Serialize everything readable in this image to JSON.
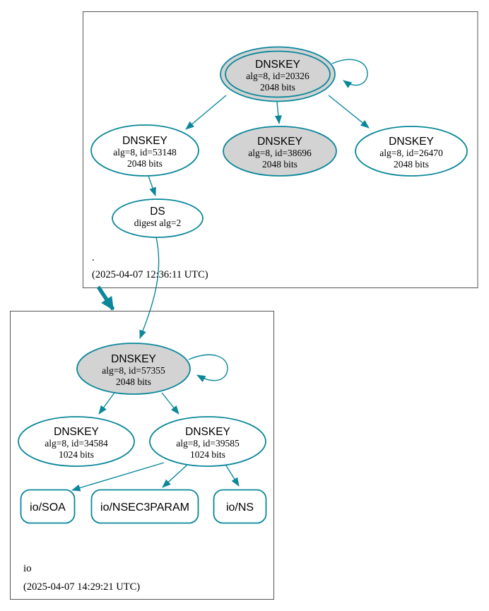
{
  "colors": {
    "edge_secure": "#0a879a",
    "node_fill_ksk": "#d3d3d3",
    "node_fill_plain": "#ffffff",
    "zone_box_border": "#555555",
    "text": "#000000"
  },
  "zones": [
    {
      "name": ".",
      "timestamp": "(2025-04-07 12:36:11 UTC)",
      "nodes": [
        {
          "id": "dnskey-20326",
          "title": "DNSKEY",
          "detail1": "alg=8, id=20326",
          "detail2": "2048 bits"
        },
        {
          "id": "dnskey-53148",
          "title": "DNSKEY",
          "detail1": "alg=8, id=53148",
          "detail2": "2048 bits"
        },
        {
          "id": "dnskey-38696",
          "title": "DNSKEY",
          "detail1": "alg=8, id=38696",
          "detail2": "2048 bits"
        },
        {
          "id": "dnskey-26470",
          "title": "DNSKEY",
          "detail1": "alg=8, id=26470",
          "detail2": "2048 bits"
        },
        {
          "id": "ds-root-io",
          "title": "DS",
          "detail1": "digest alg=2"
        }
      ]
    },
    {
      "name": "io",
      "timestamp": "(2025-04-07 14:29:21 UTC)",
      "nodes": [
        {
          "id": "dnskey-57355",
          "title": "DNSKEY",
          "detail1": "alg=8, id=57355",
          "detail2": "2048 bits"
        },
        {
          "id": "dnskey-34584",
          "title": "DNSKEY",
          "detail1": "alg=8, id=34584",
          "detail2": "1024 bits"
        },
        {
          "id": "dnskey-39585",
          "title": "DNSKEY",
          "detail1": "alg=8, id=39585",
          "detail2": "1024 bits"
        },
        {
          "id": "rrset-io-soa",
          "label": "io/SOA"
        },
        {
          "id": "rrset-io-nsec3param",
          "label": "io/NSEC3PARAM"
        },
        {
          "id": "rrset-io-ns",
          "label": "io/NS"
        }
      ]
    }
  ]
}
